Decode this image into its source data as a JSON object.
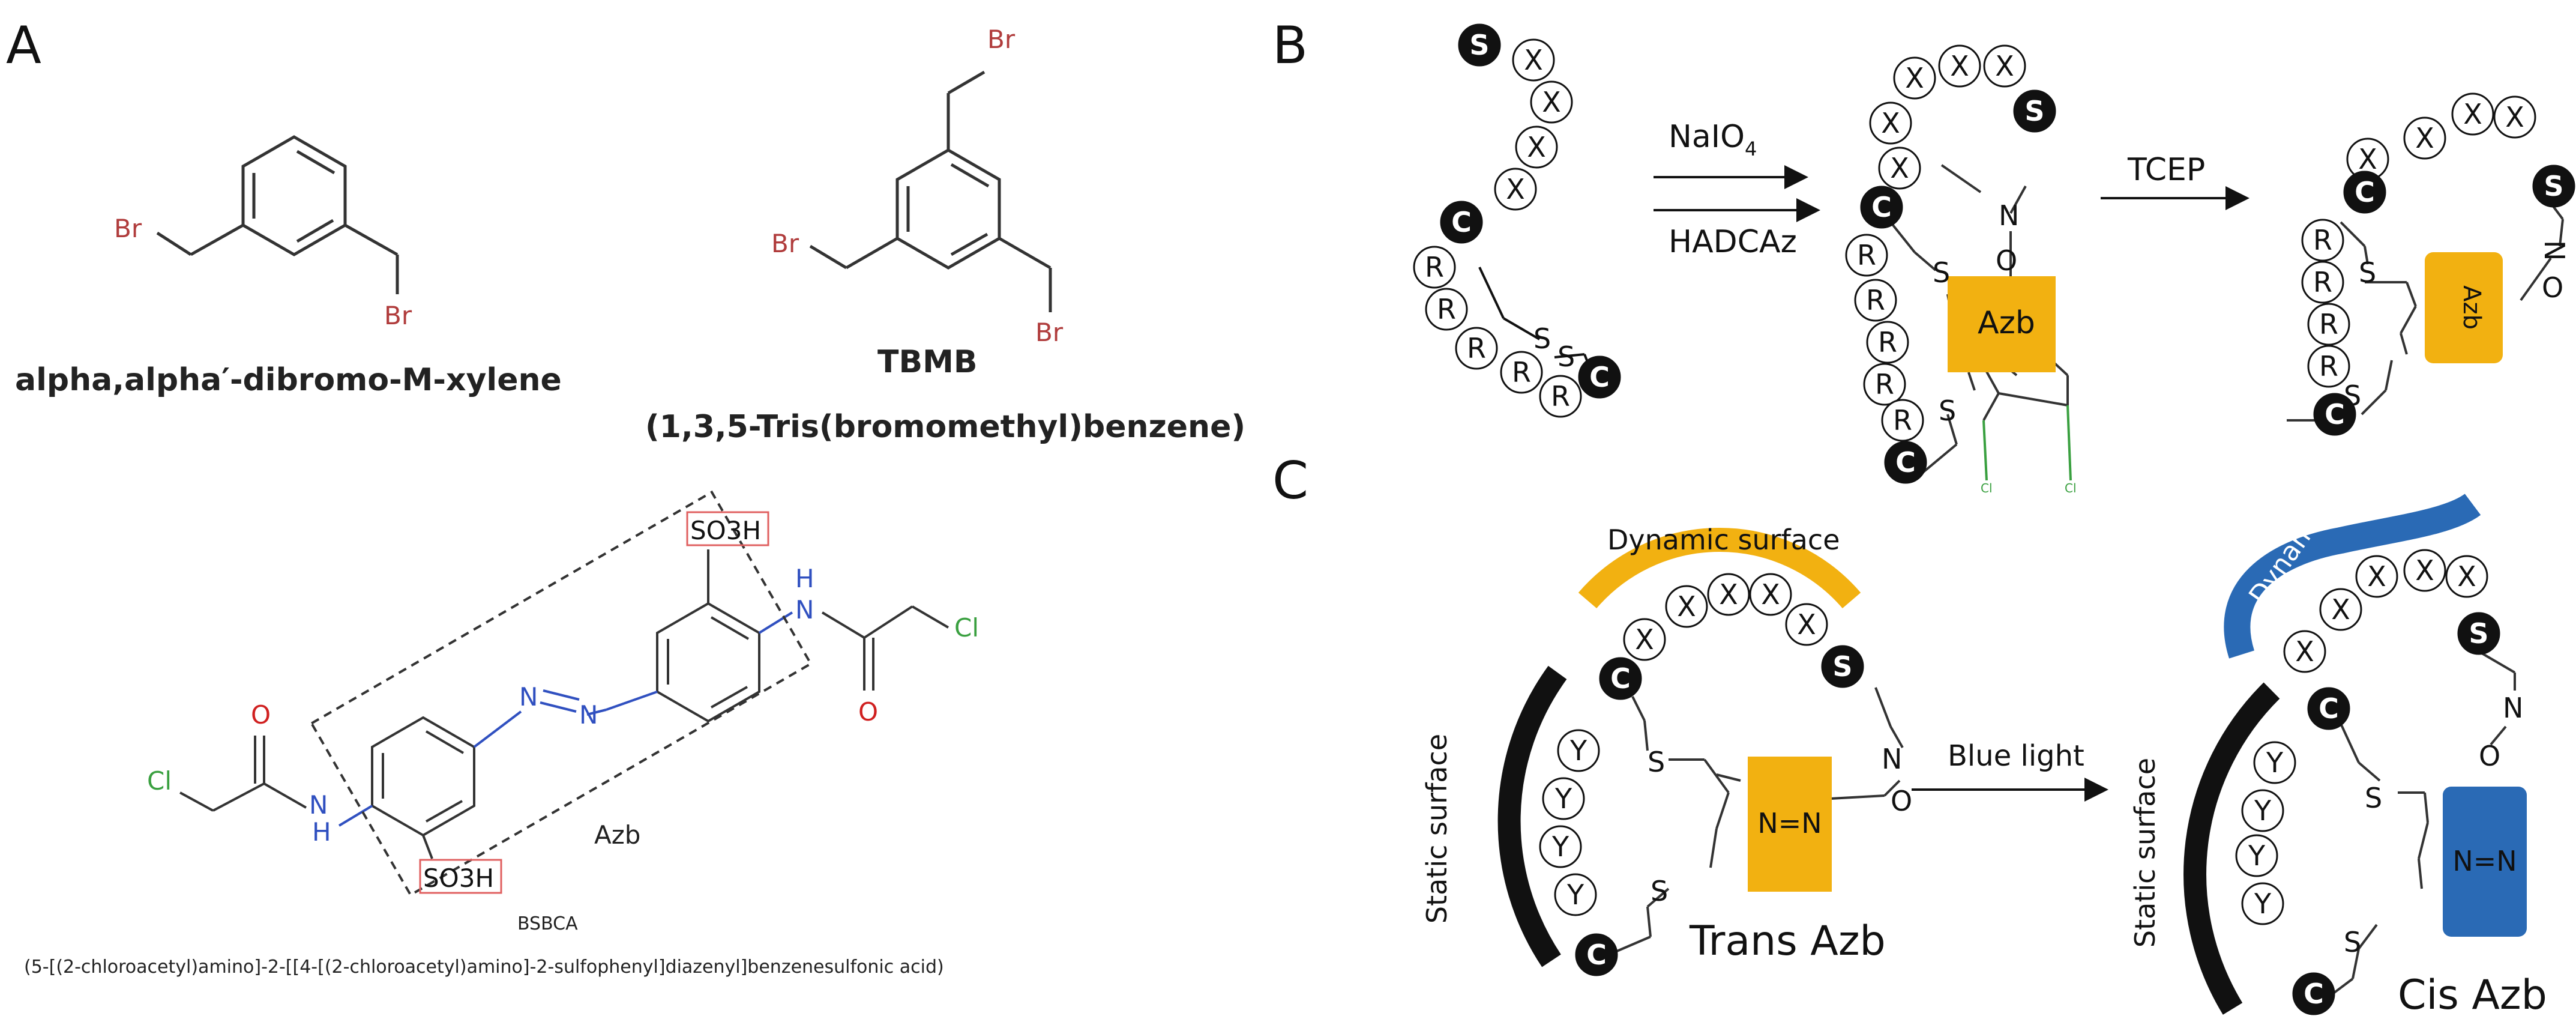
{
  "colors": {
    "bromine": "#b03c3c",
    "nitrogen": "#3050c0",
    "oxygen": "#d02020",
    "chlorine": "#3aa040",
    "azb_orange": "#f2b111",
    "azb_blue": "#2a6ab5",
    "black": "#111111"
  },
  "panels": {
    "a": {
      "label": "A",
      "compound1": {
        "br_a": "Br",
        "br_b": "Br",
        "caption": "alpha,alpha′-dibromo-M-xylene"
      },
      "compound2": {
        "br_top": "Br",
        "br_left": "Br",
        "br_right": "Br",
        "name": "TBMB",
        "full_name": "(1,3,5-Tris(bromomethyl)benzene)"
      },
      "compound3": {
        "so3h_top": "SO3H",
        "so3h_bottom": "SO3H",
        "nh_right": "H",
        "n_right": "N",
        "nh_left": "N",
        "h_left": "H",
        "o_right": "O",
        "o_left": "O",
        "cl_right": "Cl",
        "cl_left": "Cl",
        "azo_n1": "N",
        "azo_n2": "N",
        "azb": "Azb",
        "name": "BSBCA",
        "full_name": "(5-[(2-chloroacetyl)amino]-2-[[4-[(2-chloroacetyl)amino]-2-sulfophenyl]diazenyl]benzenesulfonic acid)"
      }
    },
    "b": {
      "label": "B",
      "reagent1": "NaIO",
      "reagent1_sub": "4",
      "reagent2": "HADCAz",
      "reagent3": "TCEP",
      "azb": "Azb",
      "cl": "Cl",
      "s": "S",
      "n": "N",
      "o": "O",
      "res": {
        "S": "S",
        "X": "X",
        "C": "C",
        "R": "R"
      }
    },
    "c": {
      "label": "C",
      "dynamic": "Dynamic surface",
      "static": "Static surface",
      "arrow": "Blue light",
      "nn": "N=N",
      "trans": "Trans Azb",
      "cis": "Cis Azb",
      "res": {
        "S": "S",
        "X": "X",
        "C": "C",
        "Y": "Y"
      },
      "s": "S",
      "n": "N",
      "o": "O"
    }
  }
}
